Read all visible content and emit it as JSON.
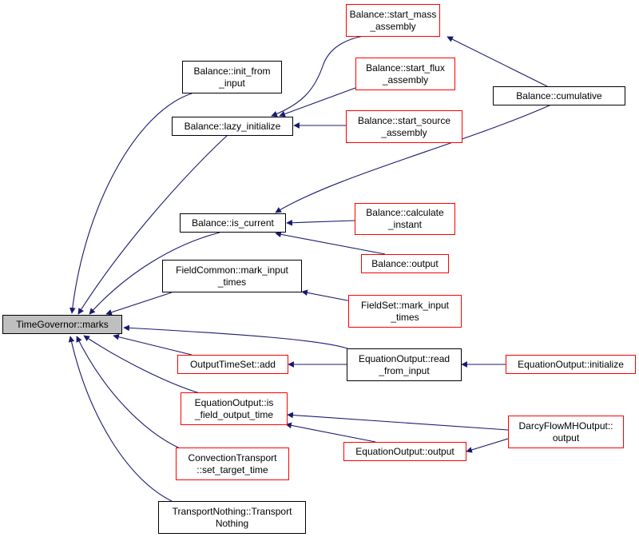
{
  "colors": {
    "edge": "#191970",
    "root_fill": "#bfbfbf",
    "complete_border": "#000000",
    "truncated_border": "#ff0000"
  },
  "nodes": {
    "marks": {
      "label": "TimeGovernor::marks"
    },
    "init_from_input": {
      "label": "Balance::init_from\n_input"
    },
    "lazy_initialize": {
      "label": "Balance::lazy_initialize"
    },
    "start_mass": {
      "label": "Balance::start_mass\n_assembly"
    },
    "start_flux": {
      "label": "Balance::start_flux\n_assembly"
    },
    "start_source": {
      "label": "Balance::start_source\n_assembly"
    },
    "cumulative": {
      "label": "Balance::cumulative"
    },
    "is_current": {
      "label": "Balance::is_current"
    },
    "calculate_instant": {
      "label": "Balance::calculate\n_instant"
    },
    "balance_output": {
      "label": "Balance::output"
    },
    "fc_mark_input_times": {
      "label": "FieldCommon::mark_input\n_times"
    },
    "fs_mark_input_times": {
      "label": "FieldSet::mark_input\n_times"
    },
    "ots_add": {
      "label": "OutputTimeSet::add"
    },
    "read_from_input": {
      "label": "EquationOutput::read\n_from_input"
    },
    "eo_initialize": {
      "label": "EquationOutput::initialize"
    },
    "is_field_output_time": {
      "label": "EquationOutput::is\n_field_output_time"
    },
    "eo_output": {
      "label": "EquationOutput::output"
    },
    "darcy_output": {
      "label": "DarcyFlowMHOutput::\noutput"
    },
    "convection_set_target_time": {
      "label": "ConvectionTransport\n::set_target_time"
    },
    "transport_nothing": {
      "label": "TransportNothing::Transport\nNothing"
    }
  }
}
